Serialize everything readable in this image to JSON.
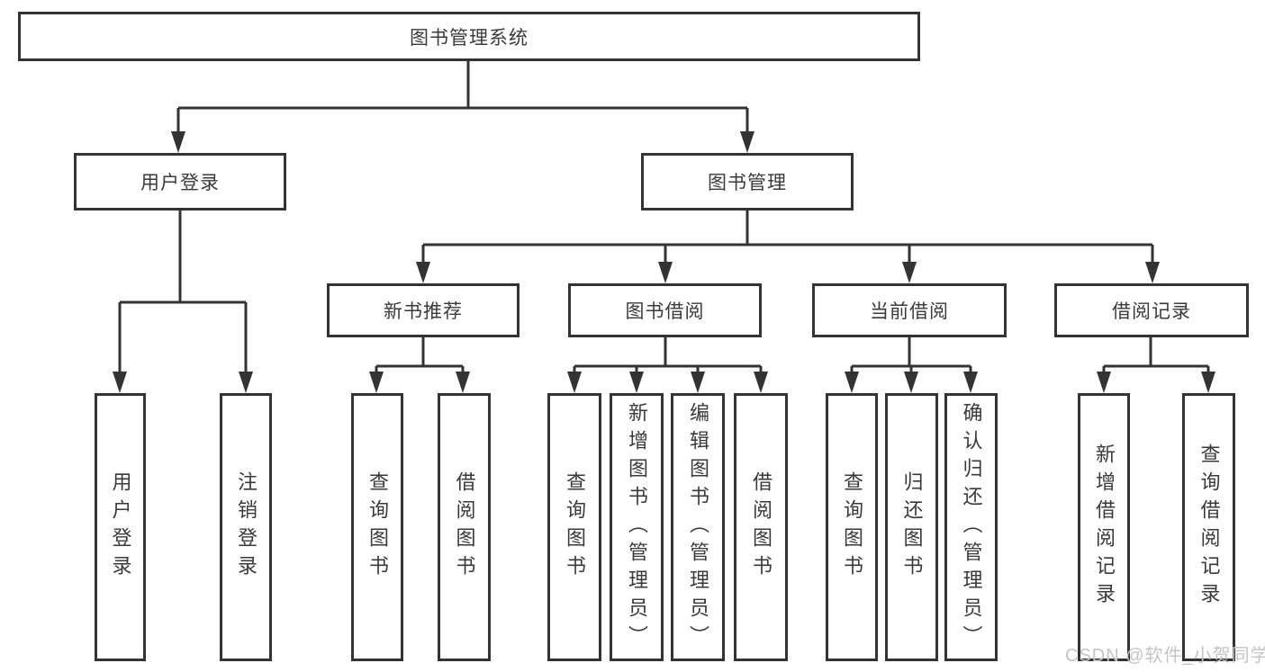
{
  "tree": {
    "label": "图书管理系统",
    "children": [
      {
        "label": "用户登录",
        "children": [
          {
            "label": "用户登录"
          },
          {
            "label": "注销登录"
          }
        ]
      },
      {
        "label": "图书管理",
        "children": [
          {
            "label": "新书推荐",
            "children": [
              {
                "label": "查询图书"
              },
              {
                "label": "借阅图书"
              }
            ]
          },
          {
            "label": "图书借阅",
            "children": [
              {
                "label": "查询图书"
              },
              {
                "label": "新增图书（管理员）"
              },
              {
                "label": "编辑图书（管理员）"
              },
              {
                "label": "借阅图书"
              }
            ]
          },
          {
            "label": "当前借阅",
            "children": [
              {
                "label": "查询图书"
              },
              {
                "label": "归还图书"
              },
              {
                "label": "确认归还（管理员）"
              }
            ]
          },
          {
            "label": "借阅记录",
            "children": [
              {
                "label": "新增借阅记录"
              },
              {
                "label": "查询借阅记录"
              }
            ]
          }
        ]
      }
    ]
  },
  "watermark": {
    "text": "CSDN @软件_小贺同学"
  },
  "colors": {
    "line": "#333333",
    "box_border": "#333333",
    "text": "#3a3a3a",
    "watermark": "#c4c4c4",
    "background": "#ffffff"
  }
}
